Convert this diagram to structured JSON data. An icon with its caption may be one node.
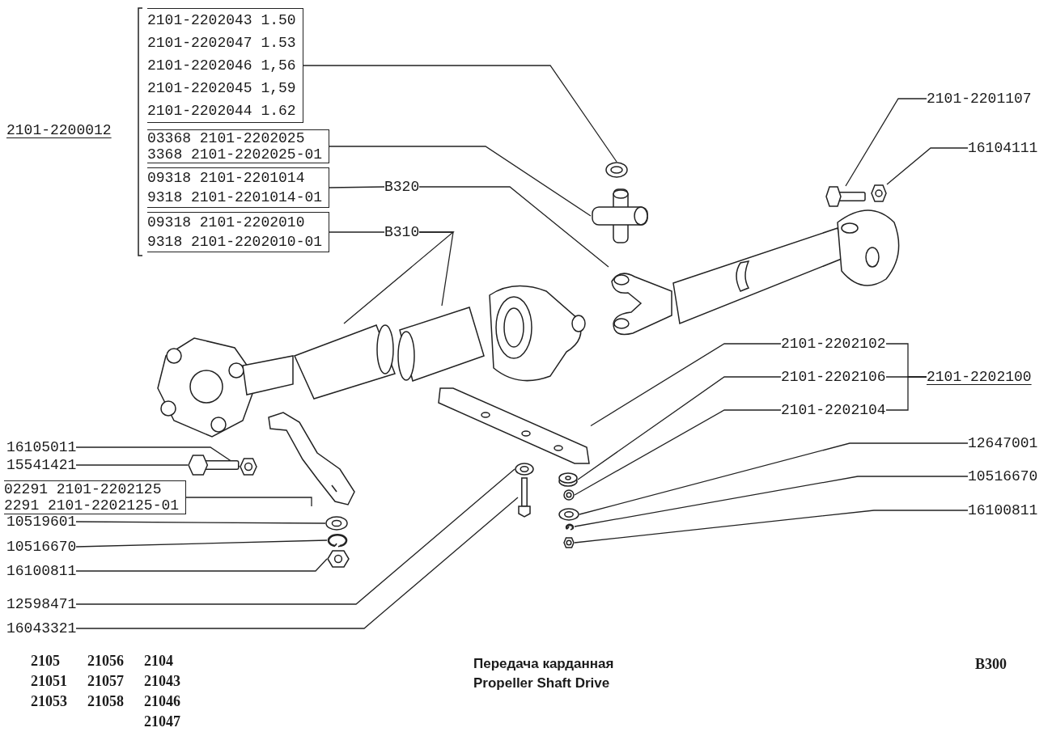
{
  "diagram": {
    "title": "Передача карданная",
    "caption": "Propeller Shaft Drive",
    "nodes": [
      {
        "text": [
          "2101-2202043 1.50",
          "2101-2202047 1.53",
          "2101-2202046 1,56",
          "2101-2202045 1,59",
          "2101-2202044 1.62"
        ]
      },
      {
        "text": [
          "03368 2101-2202025",
          "3368 2101-2202025-01"
        ]
      },
      {
        "text": [
          "09318 2101-2201014",
          "9318 2101-2201014-01"
        ]
      },
      {
        "text": [
          "09318 2101-2202010",
          "9318 2101-2202010-01"
        ]
      },
      {
        "text": [
          "B320"
        ]
      },
      {
        "text": [
          "B310"
        ]
      },
      {
        "text": [
          "2101-2201107"
        ]
      },
      {
        "text": [
          "16104111"
        ]
      },
      {
        "text": [
          "2101-2202102"
        ]
      },
      {
        "text": [
          "2101-2202106"
        ]
      },
      {
        "text": [
          "2101-2202104"
        ]
      },
      {
        "text": [
          "2101-2202100"
        ]
      },
      {
        "text": [
          "12647001"
        ]
      },
      {
        "text": [
          "10516670"
        ]
      },
      {
        "text": [
          "16100811"
        ]
      },
      {
        "text": [
          "16105011"
        ]
      },
      {
        "text": [
          "15541421"
        ]
      },
      {
        "text": [
          "02291 2101-2202125",
          "2291 2101-2202125-01"
        ]
      },
      {
        "text": [
          "10519601"
        ]
      },
      {
        "text": [
          "10516670"
        ]
      },
      {
        "text": [
          "16100811"
        ]
      },
      {
        "text": [
          "12598471"
        ]
      },
      {
        "text": [
          "16043321"
        ]
      },
      {
        "text": [],
        "shape": "picture"
      },
      {
        "text": [],
        "shape": "picture"
      },
      {
        "text": [],
        "shape": "picture"
      },
      {
        "text": [],
        "shape": "picture"
      },
      {
        "text": [],
        "shape": "picture"
      },
      {
        "text": [],
        "shape": "picture"
      },
      {
        "text": [],
        "shape": "picture"
      },
      {
        "text": [],
        "shape": "picture"
      },
      {
        "text": [],
        "shape": "picture"
      },
      {
        "text": [],
        "shape": "picture"
      },
      {
        "text": [],
        "shape": "picture"
      },
      {
        "text": [],
        "shape": "picture"
      },
      {
        "text": [],
        "shape": "picture"
      },
      {
        "text": [],
        "shape": "picture"
      },
      {
        "text": [],
        "shape": "picture"
      },
      {
        "text": [],
        "shape": "picture"
      },
      {
        "text": [],
        "shape": "picture"
      },
      {
        "text": [],
        "shape": "picture"
      },
      {
        "text": [],
        "shape": "picture"
      },
      {
        "text": [],
        "shape": "picture"
      },
      {
        "text": [],
        "shape": "picture"
      }
    ],
    "edges": [
      {
        "from": 0,
        "to": 23,
        "arrow": "none"
      },
      {
        "from": 1,
        "to": 24,
        "arrow": "none"
      },
      {
        "from": 2,
        "to": 4,
        "arrow": "none"
      },
      {
        "from": 4,
        "to": 25,
        "arrow": "none"
      },
      {
        "from": 3,
        "to": 5,
        "arrow": "none"
      },
      {
        "from": 5,
        "to": 26,
        "arrow": "none"
      },
      {
        "from": 5,
        "to": 27,
        "arrow": "none"
      },
      {
        "from": 6,
        "to": 28,
        "arrow": "none"
      },
      {
        "from": 7,
        "to": 29,
        "arrow": "none"
      },
      {
        "from": 8,
        "to": 30,
        "arrow": "none"
      },
      {
        "from": 9,
        "to": 31,
        "arrow": "none"
      },
      {
        "from": 10,
        "to": 32,
        "arrow": "none"
      },
      {
        "from": 8,
        "to": 11,
        "arrow": "none"
      },
      {
        "from": 9,
        "to": 11,
        "arrow": "none"
      },
      {
        "from": 10,
        "to": 11,
        "arrow": "none"
      },
      {
        "from": 12,
        "to": 33,
        "arrow": "none"
      },
      {
        "from": 13,
        "to": 34,
        "arrow": "none"
      },
      {
        "from": 14,
        "to": 35,
        "arrow": "none"
      },
      {
        "from": 15,
        "to": 36,
        "arrow": "none"
      },
      {
        "from": 16,
        "to": 37,
        "arrow": "none"
      },
      {
        "from": 17,
        "to": 38,
        "arrow": "none"
      },
      {
        "from": 18,
        "to": 39,
        "arrow": "none"
      },
      {
        "from": 19,
        "to": 40,
        "arrow": "none"
      },
      {
        "from": 20,
        "to": 41,
        "arrow": "none"
      },
      {
        "from": 21,
        "to": 42,
        "arrow": "none"
      },
      {
        "from": 22,
        "to": 43,
        "arrow": "none"
      }
    ],
    "labels": [
      "2101-2200012",
      "2105",
      "21056",
      "2104",
      "21051",
      "21057",
      "21043",
      "21053",
      "21058",
      "21046",
      "21047",
      "B300"
    ]
  }
}
